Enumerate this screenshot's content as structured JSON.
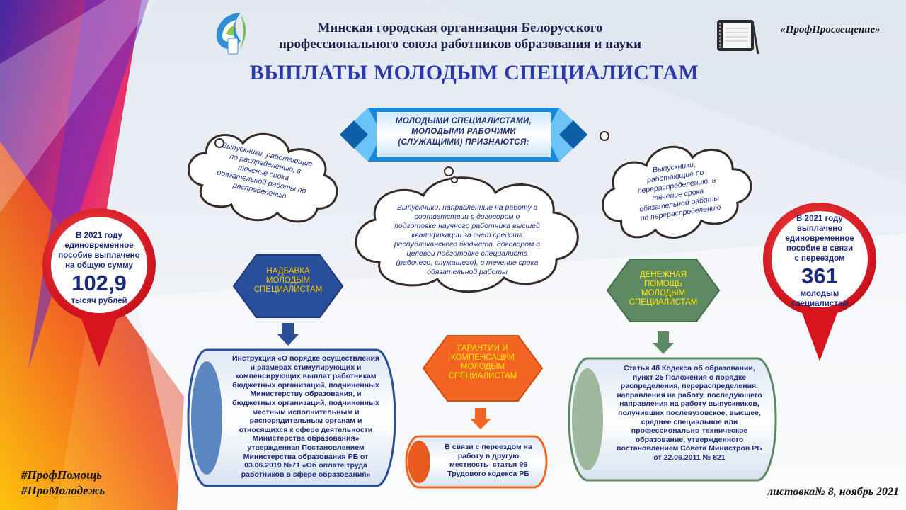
{
  "header": {
    "org_line1": "Минская городская организация Белорусского",
    "org_line2": "профессионального союза работников образования и науки",
    "title": "ВЫПЛАТЫ МОЛОДЫМ СПЕЦИАЛИСТАМ",
    "brand": "«ПрофПросвещение»"
  },
  "banner": {
    "line1": "МОЛОДЫМИ  СПЕЦИАЛИСТАМИ,",
    "line2": "МОЛОДЫМИ  РАБОЧИМИ",
    "line3": "(СЛУЖАЩИМИ)  ПРИЗНАЮТСЯ:"
  },
  "clouds": {
    "left": [
      "Выпускники, работающие",
      "по распределению, в",
      "течение срока",
      "обязательной работы по",
      "распределению"
    ],
    "center": [
      "Выпускники, направленные на работу в",
      "соответствии с договором о",
      "подготовке научного работника высшей",
      "квалификации за счет средств",
      "республиканского бюджета, договором о",
      "целевой подготовке специалиста",
      "(рабочего, служащего), в течение срока",
      "обязательной работы"
    ],
    "right": [
      "Выпускники,",
      "работающие по",
      "перераспределению, в",
      "течение срока",
      "обязательной работы",
      "по перераспределению"
    ]
  },
  "pins": {
    "left": {
      "lines": [
        "В 2021 году",
        "единовременное",
        "пособие выплачено",
        "на общую сумму"
      ],
      "number": "102,9",
      "unit": "тысяч рублей"
    },
    "right": {
      "lines": [
        "В 2021 году",
        "выплачено",
        "единовременное",
        "пособие в связи",
        "с переездом"
      ],
      "number": "361",
      "unit": [
        "молодым",
        "специалистам"
      ]
    }
  },
  "hexagons": {
    "left": [
      "НАДБАВКА",
      "МОЛОДЫМ",
      "СПЕЦИАЛИСТАМ"
    ],
    "center": [
      "ГАРАНТИИ И",
      "КОМПЕНСАЦИИ",
      "МОЛОДЫМ",
      "СПЕЦИАЛИСТАМ"
    ],
    "right": [
      "ДЕНЕЖНАЯ",
      "ПОМОЩЬ",
      "МОЛОДЫМ",
      "СПЕЦИАЛИСТАМ"
    ]
  },
  "documents": {
    "left": [
      "Инструкция «О порядке осуществления",
      "и размерах стимулирующих и",
      "компенсирующих выплат работникам",
      "бюджетных организаций, подчиненных",
      "Министерству образования, и",
      "бюджетных организаций, подчиненных",
      "местным исполнительным и",
      "распорядительным органам и",
      "относящихся к сфере деятельности",
      "Министерства образования»",
      "утвержденная Постановлением",
      "Министерства образования РБ от",
      "03.06.2019 №71 «Об оплате труда",
      "работников в сфере образования»"
    ],
    "center": [
      "В связи с переездом на",
      "работу в другую",
      "местность- статья 96",
      "Трудового кодекса РБ"
    ],
    "right": [
      "Статья 48 Кодекса об образовании,",
      "пункт 25 Положения о порядке",
      "распределения, перераспределения,",
      "направления на работу, последующего",
      "направления на работу выпускников,",
      "получивших послевузовское, высшее,",
      "среднее специальное или",
      "профессионально-техническое",
      "образование, утвержденного",
      "постановлением Совета Министров РБ",
      "от 22.06.2011 № 821"
    ]
  },
  "footer": {
    "hashtag1": "#ПрофПомощь",
    "hashtag2": "#ПроМолодежь",
    "leaflet": "листовка№ 8, ноябрь 2021"
  },
  "colors": {
    "title": "#2b3aa8",
    "pin_red": "#e8202a",
    "hex_blue": "#2a4f9a",
    "hex_orange": "#f26522",
    "hex_green": "#5e8a63"
  },
  "icons": [
    "profunion-logo-icon",
    "notebook-pen-icon",
    "arrow-down-icon"
  ]
}
